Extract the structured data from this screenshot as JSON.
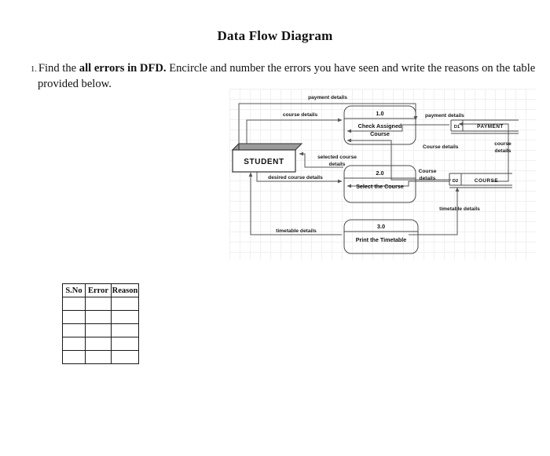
{
  "page": {
    "title": "Data Flow Diagram"
  },
  "question": {
    "number": "1.",
    "lead": "Find the ",
    "emphasis": "all errors in DFD.",
    "rest": " Encircle and number the errors you have seen and write the reasons on the table provided below."
  },
  "diagram": {
    "type": "data-flow-diagram",
    "entities": [
      {
        "id": "student",
        "label": "STUDENT",
        "shape": "3d-box"
      }
    ],
    "processes": [
      {
        "id": "p1",
        "number": "1.0",
        "name_line1": "Check Assigned",
        "name_line2": "Course"
      },
      {
        "id": "p2",
        "number": "2.0",
        "name_line1": "Select the Course",
        "name_line2": ""
      },
      {
        "id": "p3",
        "number": "3.0",
        "name_line1": "Print the Timetable",
        "name_line2": ""
      }
    ],
    "data_stores": [
      {
        "id": "D1",
        "label": "PAYMENT"
      },
      {
        "id": "D2",
        "label": "COURSE"
      }
    ],
    "flows": [
      {
        "id": "f1",
        "label": "payment details",
        "from": "student",
        "to": "D1"
      },
      {
        "id": "f2",
        "label": "course details",
        "from": "student",
        "to": "p1"
      },
      {
        "id": "f3",
        "label": "payment details",
        "from": "D1",
        "to": "p1"
      },
      {
        "id": "f4",
        "label": "Course details",
        "from": "D2",
        "to": "p1"
      },
      {
        "id": "f5",
        "label": "selected course",
        "label2": "details",
        "from": "p2",
        "to": "student"
      },
      {
        "id": "f6",
        "label": "desired course details",
        "from": "student",
        "to": "p2"
      },
      {
        "id": "f7",
        "label": "Course",
        "label2": "details",
        "from": "D2",
        "to": "p2"
      },
      {
        "id": "f8",
        "label": "course",
        "label2": "details",
        "from": "D2",
        "to": "D1"
      },
      {
        "id": "f9",
        "label": "timetable details",
        "from": "p3",
        "to": "D2"
      },
      {
        "id": "f10",
        "label": "timetable details",
        "from": "p3",
        "to": "student"
      }
    ]
  },
  "answer_table": {
    "headers": [
      "S.No",
      "Error",
      "Reason"
    ],
    "empty_row_count": 5,
    "rows": [
      [
        "",
        "",
        ""
      ],
      [
        "",
        "",
        ""
      ],
      [
        "",
        "",
        ""
      ],
      [
        "",
        "",
        ""
      ],
      [
        "",
        "",
        ""
      ]
    ]
  }
}
